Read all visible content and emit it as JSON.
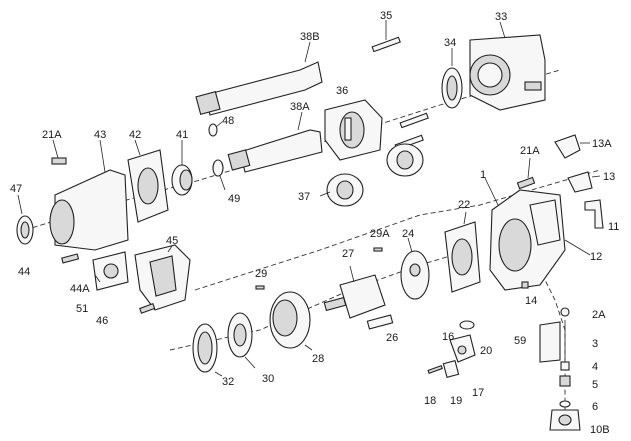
{
  "labels": {
    "l35": "35",
    "l33": "33",
    "l38B": "38B",
    "l34": "34",
    "l36": "36",
    "l38A": "38A",
    "l48": "48",
    "l21A_top": "21A",
    "l43": "43",
    "l42": "42",
    "l41": "41",
    "l49": "49",
    "l37": "37",
    "l13A": "13A",
    "l21A_right": "21A",
    "l13": "13",
    "l1": "1",
    "l47": "47",
    "l22": "22",
    "l11": "11",
    "l29A": "29A",
    "l24": "24",
    "l45": "45",
    "l27": "27",
    "l12": "12",
    "l44": "44",
    "l44A": "44A",
    "l29": "29",
    "l51": "51",
    "l46": "46",
    "l14": "14",
    "l2A": "2A",
    "l26": "26",
    "l16": "16",
    "l59": "59",
    "l3": "3",
    "l28": "28",
    "l20": "20",
    "l4": "4",
    "l32": "32",
    "l30": "30",
    "l5": "5",
    "l17": "17",
    "l18": "18",
    "l19": "19",
    "l6": "6",
    "l10B": "10B"
  }
}
